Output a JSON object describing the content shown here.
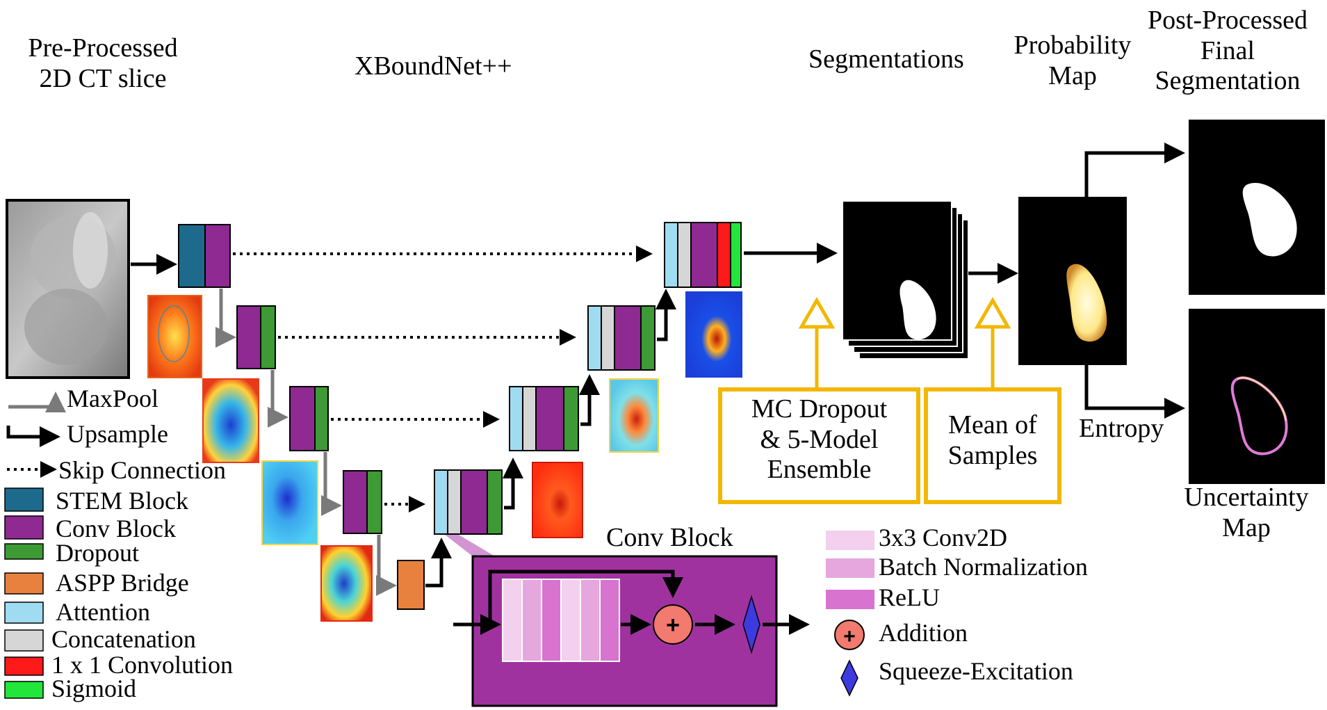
{
  "titles": {
    "input": [
      "Pre-Processed",
      "2D CT slice"
    ],
    "model": "XBoundNet++",
    "segmentations": "Segmentations",
    "probability": [
      "Probability",
      "Map"
    ],
    "final": [
      "Post-Processed",
      "Final",
      "Segmentation"
    ],
    "uncertainty": [
      "Uncertainty",
      "Map"
    ],
    "entropy": "Entropy"
  },
  "boxes": {
    "mc_dropout": [
      "MC Dropout",
      "& 5-Model",
      "Ensemble"
    ],
    "mean": [
      "Mean of",
      "Samples"
    ]
  },
  "conv_block_title": "Conv Block",
  "legend_left": {
    "arrows": [
      "MaxPool",
      "Upsample",
      "Skip Connection"
    ],
    "items": [
      {
        "label": "STEM Block",
        "color": "#1d6a8c"
      },
      {
        "label": "Conv Block",
        "color": "#8e2a92"
      },
      {
        "label": "Dropout",
        "color": "#3d9a35"
      },
      {
        "label": "ASPP Bridge",
        "color": "#e8803e"
      },
      {
        "label": "Attention",
        "color": "#9fdcf2"
      },
      {
        "label": "Concatenation",
        "color": "#d6d6d6"
      },
      {
        "label": "1 x 1 Convolution",
        "color": "#ff1a1a"
      },
      {
        "label": "Sigmoid",
        "color": "#22e63a"
      }
    ]
  },
  "legend_right": {
    "items": [
      {
        "label": "3x3 Conv2D",
        "color": "#f3d0ee"
      },
      {
        "label": "Batch Normalization",
        "color": "#e6a6de"
      },
      {
        "label": "ReLU",
        "color": "#d873cf"
      }
    ],
    "addition": "Addition",
    "squeeze": "Squeeze-Excitation"
  },
  "colors": {
    "accent_box": "#f2b705",
    "conv_panel": "#a032a0",
    "addition": "#f27a6e",
    "squeeze": "#3d3ae0"
  }
}
